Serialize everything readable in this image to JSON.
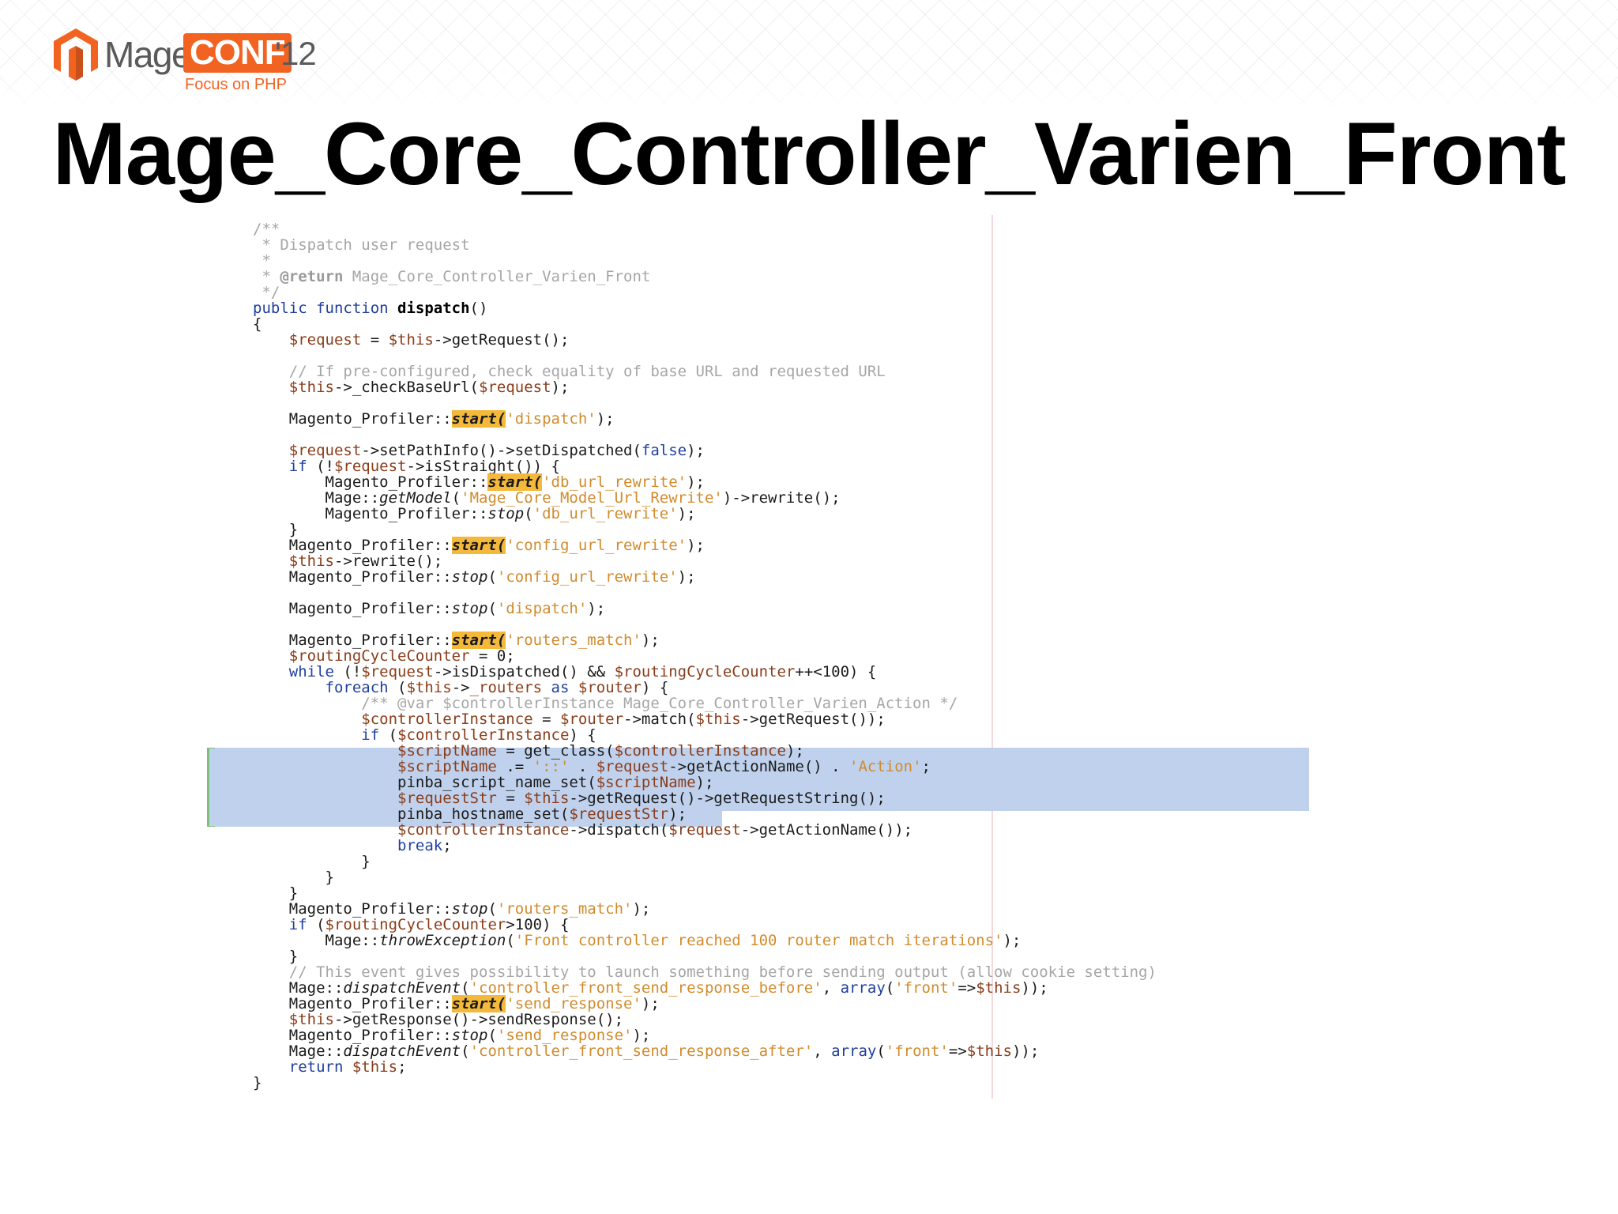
{
  "logo": {
    "mage": "Mage",
    "conf": "CONF",
    "year": "'12",
    "tagline": "Focus on PHP"
  },
  "title": "Mage_Core_Controller_Varien_Front",
  "code_lines": [
    [
      [
        "c",
        "/**"
      ]
    ],
    [
      [
        "c",
        " * Dispatch user request"
      ]
    ],
    [
      [
        "c",
        " *"
      ]
    ],
    [
      [
        "c",
        " * "
      ],
      [
        "cb",
        "@return"
      ],
      [
        "c",
        " Mage_Core_Controller_Varien_Front"
      ]
    ],
    [
      [
        "c",
        " */"
      ]
    ],
    [
      [
        "k",
        "public function "
      ],
      [
        "f",
        "dispatch"
      ],
      [
        "",
        "()"
      ]
    ],
    [
      [
        "",
        "{"
      ]
    ],
    [
      [
        "",
        "    "
      ],
      [
        "v",
        "$request"
      ],
      [
        "",
        " = "
      ],
      [
        "v",
        "$this"
      ],
      [
        "",
        "->getRequest();"
      ]
    ],
    [
      [
        "",
        ""
      ]
    ],
    [
      [
        "",
        "    "
      ],
      [
        "c",
        "// If pre-configured, check equality of base URL and requested URL"
      ]
    ],
    [
      [
        "",
        "    "
      ],
      [
        "v",
        "$this"
      ],
      [
        "",
        "->_checkBaseUrl("
      ],
      [
        "v",
        "$request"
      ],
      [
        "",
        ");"
      ]
    ],
    [
      [
        "",
        ""
      ]
    ],
    [
      [
        "",
        "    Magento_Profiler::"
      ],
      [
        "hl",
        "start("
      ],
      [
        "s",
        "'dispatch'"
      ],
      [
        "",
        ");"
      ]
    ],
    [
      [
        "",
        ""
      ]
    ],
    [
      [
        "",
        "    "
      ],
      [
        "v",
        "$request"
      ],
      [
        "",
        "->setPathInfo()->setDispatched("
      ],
      [
        "k",
        "false"
      ],
      [
        "",
        ");"
      ]
    ],
    [
      [
        "",
        "    "
      ],
      [
        "k",
        "if"
      ],
      [
        "",
        " (!"
      ],
      [
        "v",
        "$request"
      ],
      [
        "",
        "->isStraight()) {"
      ]
    ],
    [
      [
        "",
        "        Magento_Profiler::"
      ],
      [
        "hl",
        "start("
      ],
      [
        "s",
        "'db_url_rewrite'"
      ],
      [
        "",
        ");"
      ]
    ],
    [
      [
        "",
        "        Mage::"
      ],
      [
        "i",
        "getModel"
      ],
      [
        "",
        "("
      ],
      [
        "s",
        "'Mage_Core_Model_Url_Rewrite'"
      ],
      [
        "",
        ")->rewrite();"
      ]
    ],
    [
      [
        "",
        "        Magento_Profiler::"
      ],
      [
        "i",
        "stop"
      ],
      [
        "",
        "("
      ],
      [
        "s",
        "'db_url_rewrite'"
      ],
      [
        "",
        ");"
      ]
    ],
    [
      [
        "",
        "    }"
      ]
    ],
    [
      [
        "",
        "    Magento_Profiler::"
      ],
      [
        "hl",
        "start("
      ],
      [
        "s",
        "'config_url_rewrite'"
      ],
      [
        "",
        ");"
      ]
    ],
    [
      [
        "",
        "    "
      ],
      [
        "v",
        "$this"
      ],
      [
        "",
        "->rewrite();"
      ]
    ],
    [
      [
        "",
        "    Magento_Profiler::"
      ],
      [
        "i",
        "stop"
      ],
      [
        "",
        "("
      ],
      [
        "s",
        "'config_url_rewrite'"
      ],
      [
        "",
        ");"
      ]
    ],
    [
      [
        "",
        ""
      ]
    ],
    [
      [
        "",
        "    Magento_Profiler::"
      ],
      [
        "i",
        "stop"
      ],
      [
        "",
        "("
      ],
      [
        "s",
        "'dispatch'"
      ],
      [
        "",
        ");"
      ]
    ],
    [
      [
        "",
        ""
      ]
    ],
    [
      [
        "",
        "    Magento_Profiler::"
      ],
      [
        "hl",
        "start("
      ],
      [
        "s",
        "'routers_match'"
      ],
      [
        "",
        ");"
      ]
    ],
    [
      [
        "",
        "    "
      ],
      [
        "v",
        "$routingCycleCounter"
      ],
      [
        "",
        " = 0;"
      ]
    ],
    [
      [
        "",
        "    "
      ],
      [
        "k",
        "while"
      ],
      [
        "",
        " (!"
      ],
      [
        "v",
        "$request"
      ],
      [
        "",
        "->isDispatched() && "
      ],
      [
        "v",
        "$routingCycleCounter"
      ],
      [
        "",
        "++<100) {"
      ]
    ],
    [
      [
        "",
        "        "
      ],
      [
        "k",
        "foreach"
      ],
      [
        "",
        " ("
      ],
      [
        "v",
        "$this"
      ],
      [
        "",
        "->"
      ],
      [
        "v",
        "_routers"
      ],
      [
        "",
        " "
      ],
      [
        "k",
        "as"
      ],
      [
        "",
        " "
      ],
      [
        "v",
        "$router"
      ],
      [
        "",
        ") {"
      ]
    ],
    [
      [
        "",
        "            "
      ],
      [
        "c",
        "/** @var $controllerInstance Mage_Core_Controller_Varien_Action */"
      ]
    ],
    [
      [
        "",
        "            "
      ],
      [
        "v",
        "$controllerInstance"
      ],
      [
        "",
        " = "
      ],
      [
        "v",
        "$router"
      ],
      [
        "",
        "->match("
      ],
      [
        "v",
        "$this"
      ],
      [
        "",
        "->getRequest());"
      ]
    ],
    [
      [
        "",
        "            "
      ],
      [
        "k",
        "if"
      ],
      [
        "",
        " ("
      ],
      [
        "v",
        "$controllerInstance"
      ],
      [
        "",
        ") {"
      ]
    ],
    [
      [
        "",
        "                "
      ],
      [
        "v",
        "$scriptName"
      ],
      [
        "",
        " = get_class("
      ],
      [
        "v",
        "$controllerInstance"
      ],
      [
        "",
        ");"
      ]
    ],
    [
      [
        "",
        "                "
      ],
      [
        "v",
        "$scriptName"
      ],
      [
        "",
        " .= "
      ],
      [
        "s",
        "'::'"
      ],
      [
        "",
        " . "
      ],
      [
        "v",
        "$request"
      ],
      [
        "",
        "->getActionName() . "
      ],
      [
        "s",
        "'Action'"
      ],
      [
        "",
        ";"
      ]
    ],
    [
      [
        "",
        "                pinba_script_name_set("
      ],
      [
        "v",
        "$scriptName"
      ],
      [
        "",
        ");"
      ]
    ],
    [
      [
        "",
        "                "
      ],
      [
        "v",
        "$requestStr"
      ],
      [
        "",
        " = "
      ],
      [
        "v",
        "$this"
      ],
      [
        "",
        "->getRequest()->getRequestString();"
      ]
    ],
    [
      [
        "",
        "                pinba_hostname_set("
      ],
      [
        "v",
        "$requestStr"
      ],
      [
        "",
        ");"
      ]
    ],
    [
      [
        "",
        "                "
      ],
      [
        "v",
        "$controllerInstance"
      ],
      [
        "",
        "->dispatch("
      ],
      [
        "v",
        "$request"
      ],
      [
        "",
        "->getActionName());"
      ]
    ],
    [
      [
        "",
        "                "
      ],
      [
        "k",
        "break"
      ],
      [
        "",
        ";"
      ]
    ],
    [
      [
        "",
        "            }"
      ]
    ],
    [
      [
        "",
        "        }"
      ]
    ],
    [
      [
        "",
        "    }"
      ]
    ],
    [
      [
        "",
        "    Magento_Profiler::"
      ],
      [
        "i",
        "stop"
      ],
      [
        "",
        "("
      ],
      [
        "s",
        "'routers_match'"
      ],
      [
        "",
        ");"
      ]
    ],
    [
      [
        "",
        "    "
      ],
      [
        "k",
        "if"
      ],
      [
        "",
        " ("
      ],
      [
        "v",
        "$routingCycleCounter"
      ],
      [
        "",
        ">100) {"
      ]
    ],
    [
      [
        "",
        "        Mage::"
      ],
      [
        "i",
        "throwException"
      ],
      [
        "",
        "("
      ],
      [
        "s",
        "'Front controller reached 100 router match iterations'"
      ],
      [
        "",
        ");"
      ]
    ],
    [
      [
        "",
        "    }"
      ]
    ],
    [
      [
        "",
        "    "
      ],
      [
        "c",
        "// This event gives possibility to launch something before sending output (allow cookie setting)"
      ]
    ],
    [
      [
        "",
        "    Mage::"
      ],
      [
        "i",
        "dispatchEvent"
      ],
      [
        "",
        "("
      ],
      [
        "s",
        "'controller_front_send_response_before'"
      ],
      [
        "",
        ", "
      ],
      [
        "k",
        "array"
      ],
      [
        "",
        "("
      ],
      [
        "s",
        "'front'"
      ],
      [
        "",
        "=>"
      ],
      [
        "v",
        "$this"
      ],
      [
        "",
        "));"
      ]
    ],
    [
      [
        "",
        "    Magento_Profiler::"
      ],
      [
        "hl",
        "start("
      ],
      [
        "s",
        "'send_response'"
      ],
      [
        "",
        ");"
      ]
    ],
    [
      [
        "",
        "    "
      ],
      [
        "v",
        "$this"
      ],
      [
        "",
        "->getResponse()->sendResponse();"
      ]
    ],
    [
      [
        "",
        "    Magento_Profiler::"
      ],
      [
        "i",
        "stop"
      ],
      [
        "",
        "("
      ],
      [
        "s",
        "'send_response'"
      ],
      [
        "",
        ");"
      ]
    ],
    [
      [
        "",
        "    Mage::"
      ],
      [
        "i",
        "dispatchEvent"
      ],
      [
        "",
        "("
      ],
      [
        "s",
        "'controller_front_send_response_after'"
      ],
      [
        "",
        ", "
      ],
      [
        "k",
        "array"
      ],
      [
        "",
        "("
      ],
      [
        "s",
        "'front'"
      ],
      [
        "",
        "=>"
      ],
      [
        "v",
        "$this"
      ],
      [
        "",
        "));"
      ]
    ],
    [
      [
        "",
        "    "
      ],
      [
        "k",
        "return"
      ],
      [
        "",
        " "
      ],
      [
        "v",
        "$this"
      ],
      [
        "",
        ";"
      ]
    ],
    [
      [
        "",
        "}"
      ]
    ]
  ]
}
